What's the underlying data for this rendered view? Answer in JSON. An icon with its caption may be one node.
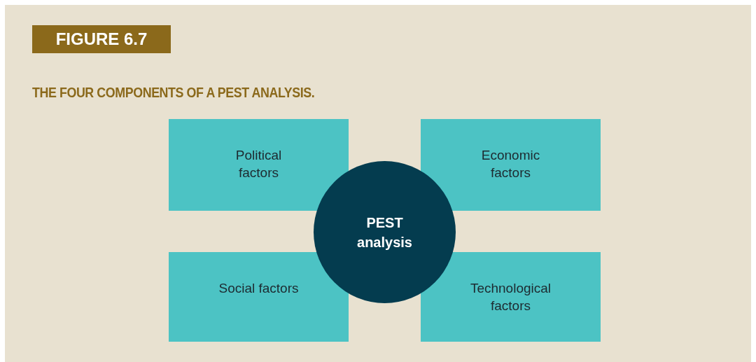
{
  "diagram": {
    "title": "THE FOUR COMPONENTS OF A PEST ANALYSIS.",
    "nodes": [
      {
        "text": [
          "Political factors"
        ]
      },
      {
        "text": [
          "Economic factors"
        ]
      },
      {
        "text": [
          "PEST analysis"
        ]
      },
      {
        "text": [
          "Social factors"
        ]
      },
      {
        "text": [
          "Technological factors"
        ]
      }
    ],
    "labels": [
      "FIGURE 6.7"
    ]
  }
}
